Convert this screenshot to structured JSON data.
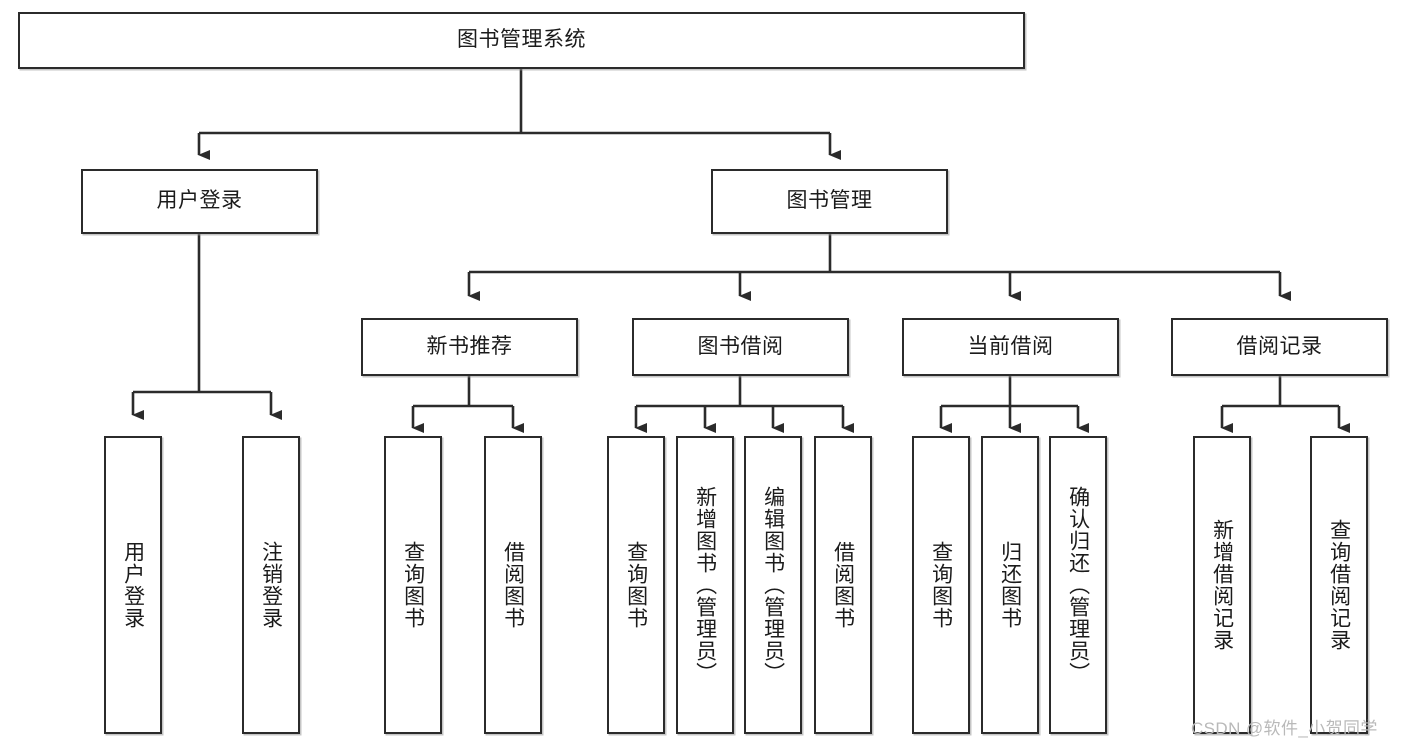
{
  "diagram": {
    "type": "hierarchy-tree",
    "title": "图书管理系统",
    "background": "#ffffff",
    "line_color": "#2b2b2b",
    "box_fill": "#ffffff",
    "levels": 4
  },
  "root": {
    "label": "图书管理系统"
  },
  "level2": [
    {
      "label": "用户登录"
    },
    {
      "label": "图书管理"
    }
  ],
  "level3": [
    {
      "label": "新书推荐"
    },
    {
      "label": "图书借阅"
    },
    {
      "label": "当前借阅"
    },
    {
      "label": "借阅记录"
    }
  ],
  "leaves": {
    "user_login": [
      {
        "label": "用户登录"
      },
      {
        "label": "注销登录"
      }
    ],
    "new_book": [
      {
        "label": "查询图书"
      },
      {
        "label": "借阅图书"
      }
    ],
    "borrow": [
      {
        "label": "查询图书"
      },
      {
        "label": "新增图书（管理员）"
      },
      {
        "label": "编辑图书（管理员）"
      },
      {
        "label": "借阅图书"
      }
    ],
    "current": [
      {
        "label": "查询图书"
      },
      {
        "label": "归还图书"
      },
      {
        "label": "确认归还（管理员）"
      }
    ],
    "records": [
      {
        "label": "新增借阅记录"
      },
      {
        "label": "查询借阅记录"
      }
    ]
  },
  "watermark": {
    "text": "CSDN @软件_小贺同学"
  }
}
